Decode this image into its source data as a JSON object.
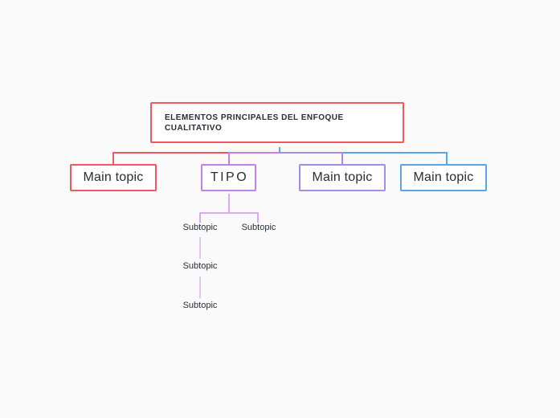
{
  "palette": {
    "red": "#F0575E",
    "purple": "#C47FEB",
    "violet": "#A48BEE",
    "blue": "#55A8EC",
    "lavender": "#D9A9F1",
    "lavender_light": "#E2C3F5",
    "text": "#2B2B36",
    "canvas_bg": "#FAFAFB"
  },
  "mindmap": {
    "root": {
      "label": "ELEMENTOS PRINCIPALES DEL ENFOQUE CUALITATIVO",
      "color": "#F0575E"
    },
    "main_topics": [
      {
        "label": "Main topic",
        "color": "#F0575E"
      },
      {
        "label": "TIPO",
        "color": "#C47FEB"
      },
      {
        "label": "Main topic",
        "color": "#A48BEE"
      },
      {
        "label": "Main topic",
        "color": "#55A8EC"
      }
    ],
    "subtopics": [
      {
        "label": "Subtopic"
      },
      {
        "label": "Subtopic"
      },
      {
        "label": "Subtopic"
      },
      {
        "label": "Subtopic"
      }
    ]
  }
}
